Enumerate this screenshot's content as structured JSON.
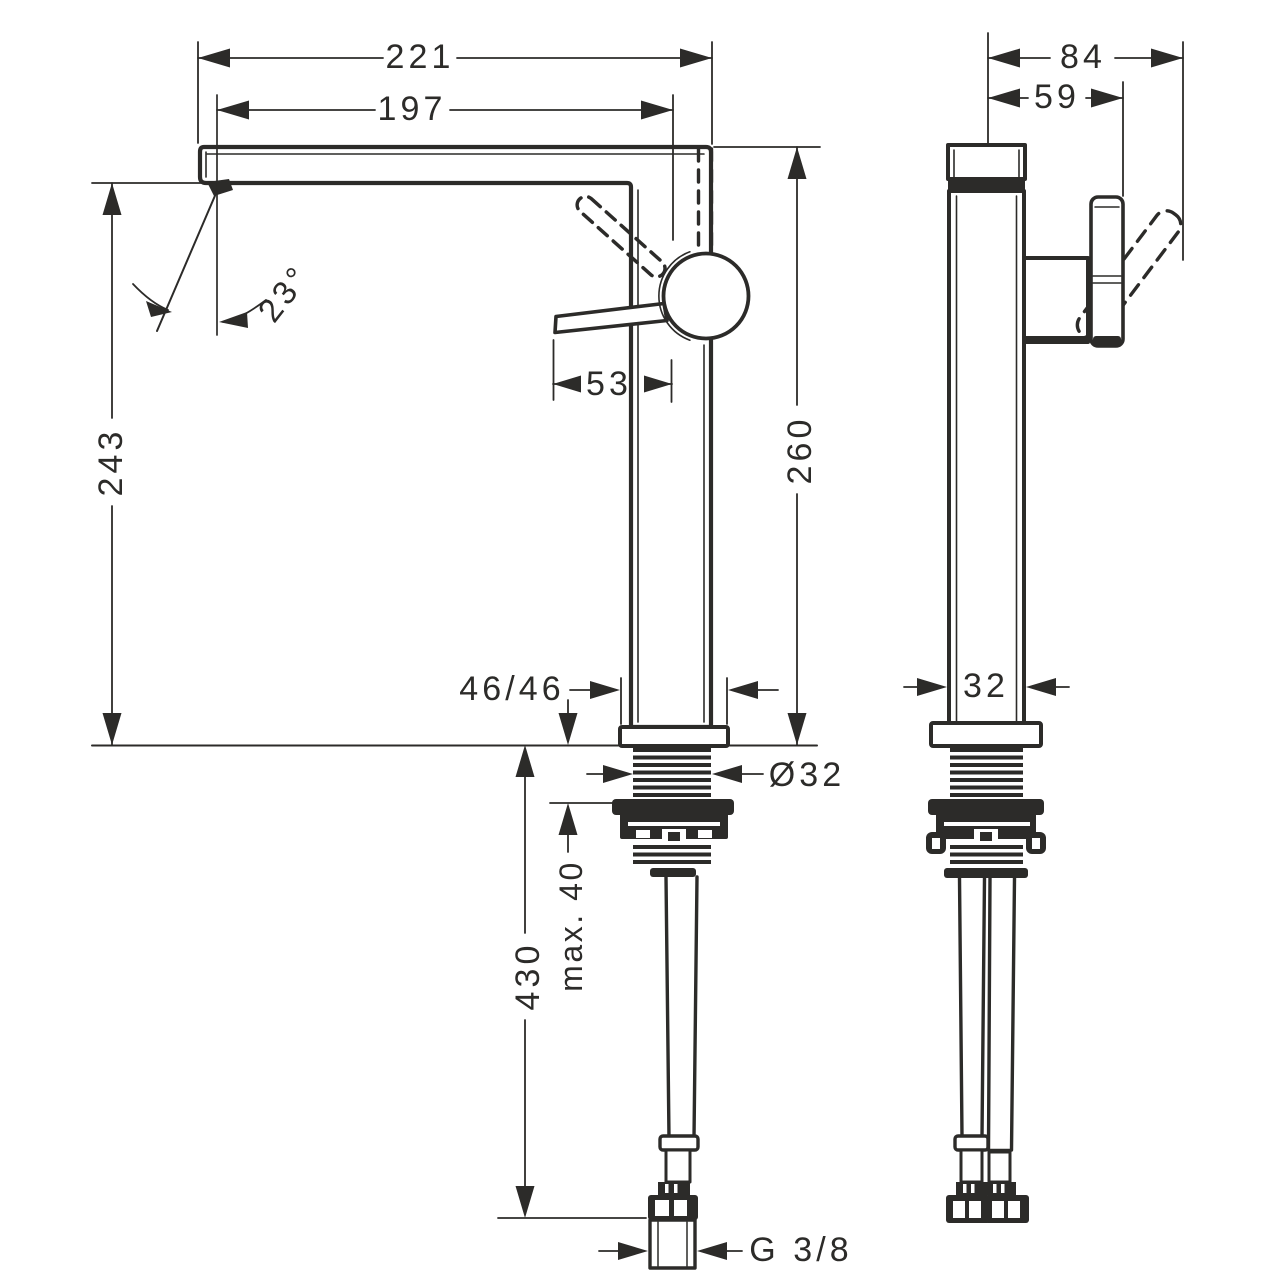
{
  "drawing": {
    "description": "Technical installation drawing of a single-lever basin mixer faucet, front view and side view with dimensions in mm",
    "line_color": "#2c2b29",
    "background_color": "#ffffff",
    "front_view": {
      "total_projection": "221",
      "spout_projection": "197",
      "spray_angle": "23°",
      "spout_height": "243",
      "handle_projection": "53",
      "total_height": "260",
      "base_dimensions": "46/46",
      "shank_diameter": "Ø32",
      "max_counter_thickness": "max. 40",
      "hose_length": "430",
      "connection_thread": "G 3/8"
    },
    "side_view": {
      "total_depth": "84",
      "handle_depth": "59",
      "body_width": "32"
    }
  }
}
